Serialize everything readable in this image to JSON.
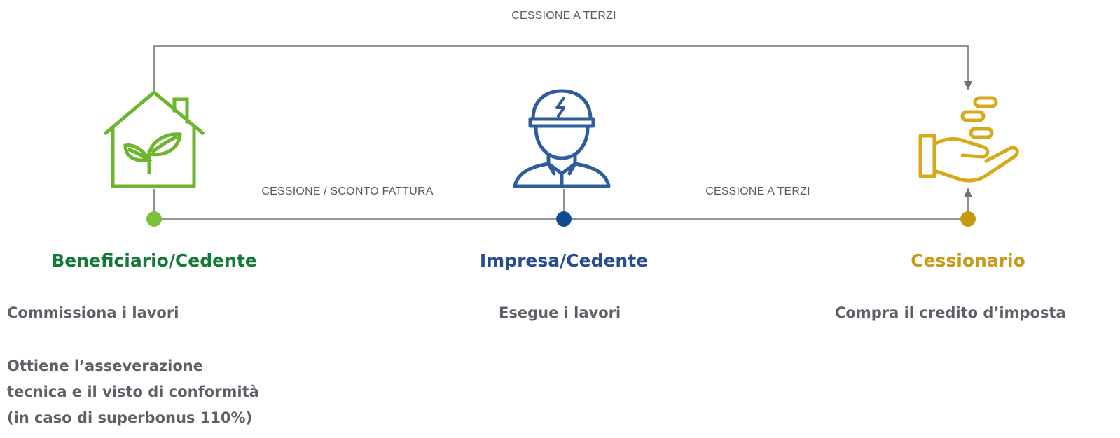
{
  "flow_labels": {
    "top": "CESSIONE A TERZI",
    "left_mid": "CESSIONE / SCONTO FATTURA",
    "right_mid": "CESSIONE A TERZI"
  },
  "actors": {
    "beneficiario": {
      "title": "Beneficiario/Cedente",
      "color": "#127a36",
      "dot_color": "#7cc13a",
      "icon": "green-house-icon",
      "lines": [
        "Commissiona i lavori",
        "Ottiene l’asseverazione",
        "tecnica e il visto di conformità",
        "(in caso di superbonus 110%)"
      ]
    },
    "impresa": {
      "title": "Impresa/Cedente",
      "color": "#264d8f",
      "dot_color": "#0f4d92",
      "icon": "worker-icon",
      "lines": [
        "Esegue i lavori"
      ]
    },
    "cessionario": {
      "title": "Cessionario",
      "color": "#c89a15",
      "dot_color": "#c5980f",
      "icon": "hand-coins-icon",
      "lines": [
        "Compra il credito d’imposta"
      ]
    }
  },
  "colors": {
    "line": "#6f7478",
    "house": "#6cb52d",
    "worker": "#2f5c9c",
    "coins": "#d9a91c"
  }
}
